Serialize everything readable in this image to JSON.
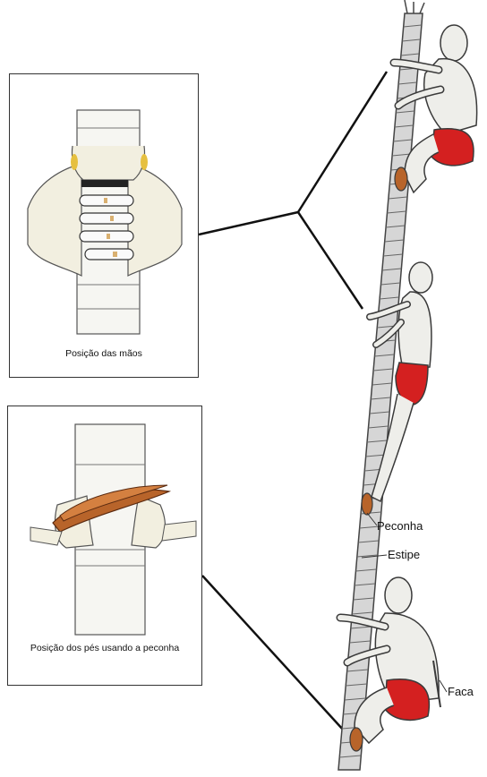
{
  "panels": {
    "hands": {
      "caption": "Posição das mãos"
    },
    "feet": {
      "caption": "Posição dos pés usando a peconha"
    }
  },
  "labels": {
    "peconha": "Peconha",
    "estipe": "Estipe",
    "faca": "Faca"
  },
  "colors": {
    "skin": "#eeeeea",
    "outline": "#3a3a3a",
    "shorts": "#d42020",
    "trunk": "#cfcfcf",
    "peconha": "#b8642a"
  }
}
